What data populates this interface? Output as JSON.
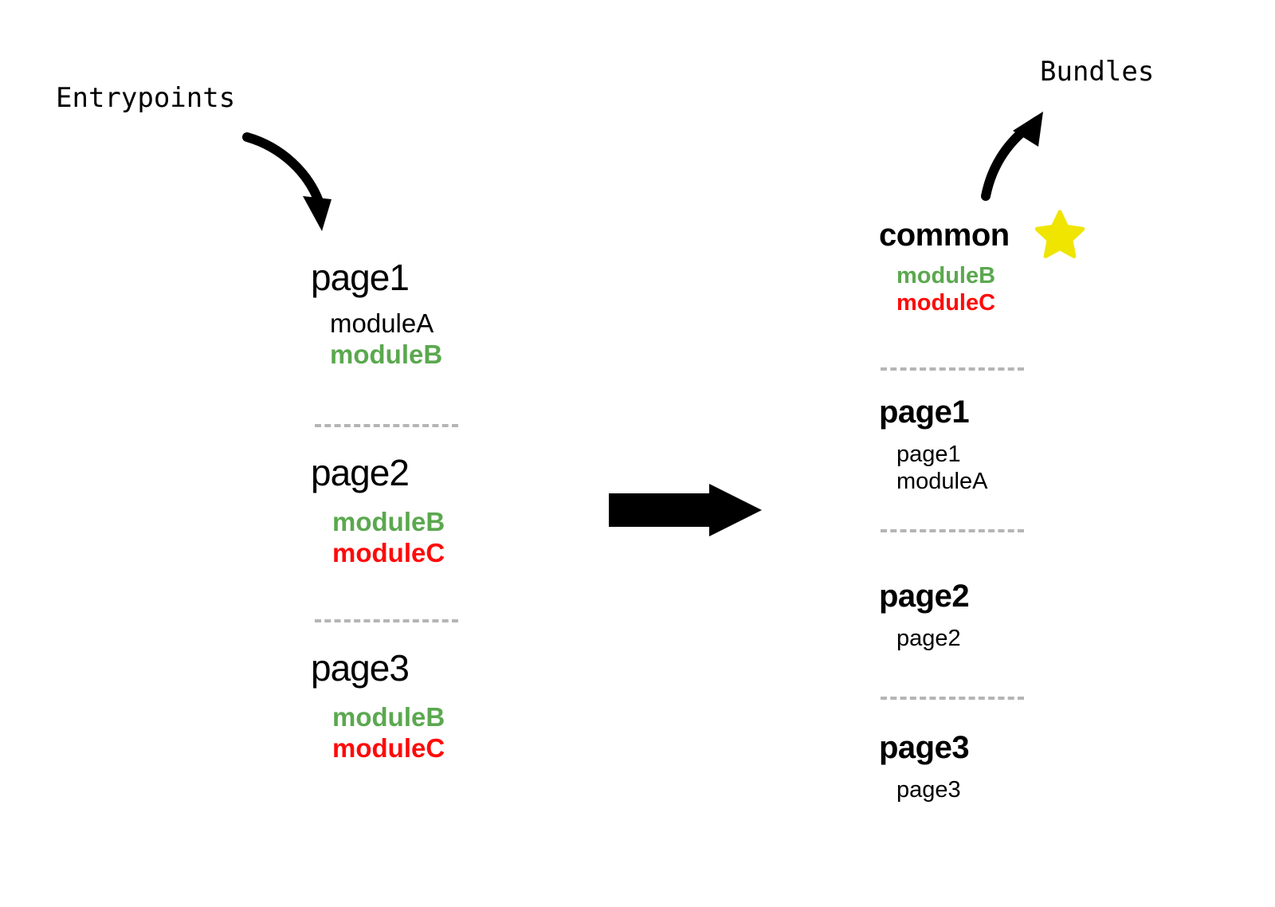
{
  "diagram": {
    "title_left": "Entrypoints",
    "title_right": "Bundles",
    "accent_green": "#5BA84F",
    "accent_red": "#FF0A0A",
    "star_yellow": "#EFE500",
    "divider_color": "#B5B5B5",
    "arrow_color": "#000000"
  },
  "entrypoints": {
    "label": "Entrypoints",
    "groups": [
      {
        "name": "page1",
        "items": [
          {
            "text": "moduleA",
            "style": "plain"
          },
          {
            "text": "moduleB",
            "style": "green"
          }
        ]
      },
      {
        "name": "page2",
        "items": [
          {
            "text": "moduleB",
            "style": "green"
          },
          {
            "text": "moduleC",
            "style": "red"
          }
        ]
      },
      {
        "name": "page3",
        "items": [
          {
            "text": "moduleB",
            "style": "green"
          },
          {
            "text": "moduleC",
            "style": "red"
          }
        ]
      }
    ]
  },
  "bundles": {
    "label": "Bundles",
    "groups": [
      {
        "name": "common",
        "badge": "star-icon",
        "items": [
          {
            "text": "moduleB",
            "style": "green"
          },
          {
            "text": "moduleC",
            "style": "red"
          }
        ]
      },
      {
        "name": "page1",
        "items": [
          {
            "text": "page1",
            "style": "plain"
          },
          {
            "text": "moduleA",
            "style": "plain"
          }
        ]
      },
      {
        "name": "page2",
        "items": [
          {
            "text": "page2",
            "style": "plain"
          }
        ]
      },
      {
        "name": "page3",
        "items": [
          {
            "text": "page3",
            "style": "plain"
          }
        ]
      }
    ]
  },
  "icons": {
    "entrypoints_arrow": "curved-arrow-down-right-icon",
    "bundles_arrow": "curved-arrow-up-right-icon",
    "transform_arrow": "block-arrow-right-icon",
    "common_badge": "star-icon"
  }
}
